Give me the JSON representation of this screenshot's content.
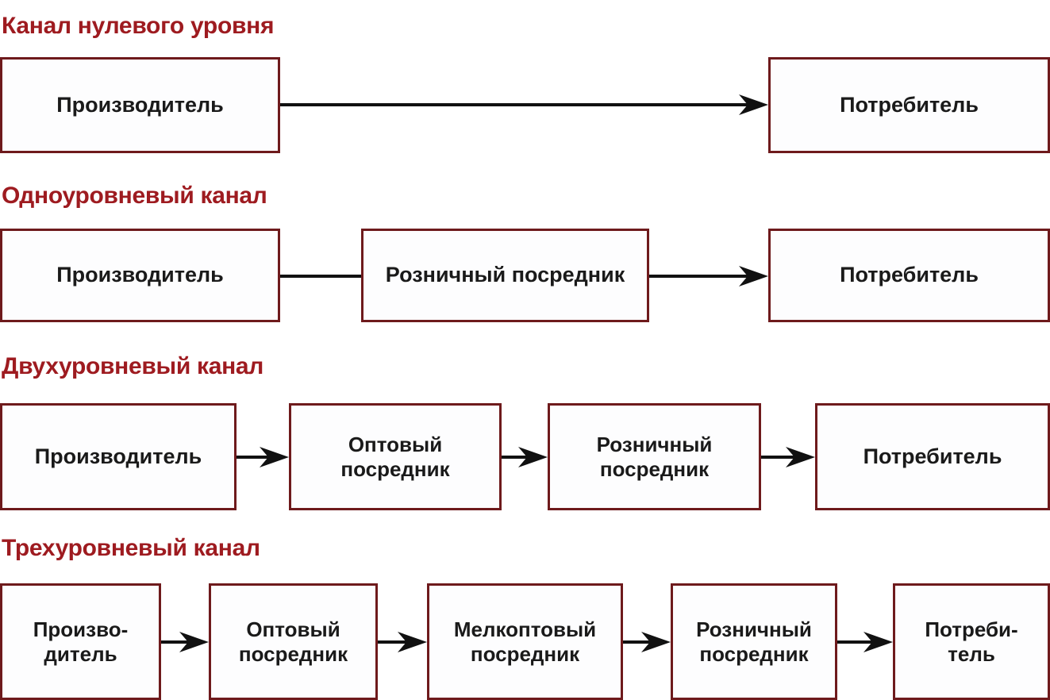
{
  "diagram": {
    "title_color": "#9E1B20",
    "box_border_color": "#6E1A1C",
    "box_fill_color": "#FDFDFE",
    "text_color": "#1A1A1A",
    "connector_color": "#111111",
    "sections": [
      {
        "id": "zero-level",
        "title": "Канал нулевого уровня",
        "nodes": [
          {
            "id": "producer",
            "label": "Производитель"
          },
          {
            "id": "consumer",
            "label": "Потребитель"
          }
        ],
        "connectors": [
          {
            "from": "producer",
            "to": "consumer",
            "type": "arrow"
          }
        ]
      },
      {
        "id": "one-level",
        "title": "Одноуровневый канал",
        "nodes": [
          {
            "id": "producer",
            "label": "Производитель"
          },
          {
            "id": "retail",
            "label": "Розничный посредник"
          },
          {
            "id": "consumer",
            "label": "Потребитель"
          }
        ],
        "connectors": [
          {
            "from": "producer",
            "to": "retail",
            "type": "line"
          },
          {
            "from": "retail",
            "to": "consumer",
            "type": "arrow"
          }
        ]
      },
      {
        "id": "two-level",
        "title": "Двухуровневый канал",
        "nodes": [
          {
            "id": "producer",
            "label": "Производитель"
          },
          {
            "id": "wholesale",
            "label_line1": "Оптовый",
            "label_line2": "посредник"
          },
          {
            "id": "retail",
            "label_line1": "Розничный",
            "label_line2": "посредник"
          },
          {
            "id": "consumer",
            "label": "Потребитель"
          }
        ],
        "connectors": [
          {
            "from": "producer",
            "to": "wholesale",
            "type": "arrow"
          },
          {
            "from": "wholesale",
            "to": "retail",
            "type": "arrow"
          },
          {
            "from": "retail",
            "to": "consumer",
            "type": "arrow"
          }
        ]
      },
      {
        "id": "three-level",
        "title": "Трехуровневый канал",
        "nodes": [
          {
            "id": "producer",
            "label_line1": "Произво-",
            "label_line2": "дитель"
          },
          {
            "id": "wholesale",
            "label_line1": "Оптовый",
            "label_line2": "посредник"
          },
          {
            "id": "small-wholesale",
            "label_line1": "Мелкоптовый",
            "label_line2": "посредник"
          },
          {
            "id": "retail",
            "label_line1": "Розничный",
            "label_line2": "посредник"
          },
          {
            "id": "consumer",
            "label_line1": "Потреби-",
            "label_line2": "тель"
          }
        ],
        "connectors": [
          {
            "from": "producer",
            "to": "wholesale",
            "type": "arrow"
          },
          {
            "from": "wholesale",
            "to": "small-wholesale",
            "type": "arrow"
          },
          {
            "from": "small-wholesale",
            "to": "retail",
            "type": "arrow"
          },
          {
            "from": "retail",
            "to": "consumer",
            "type": "arrow"
          }
        ]
      }
    ]
  }
}
